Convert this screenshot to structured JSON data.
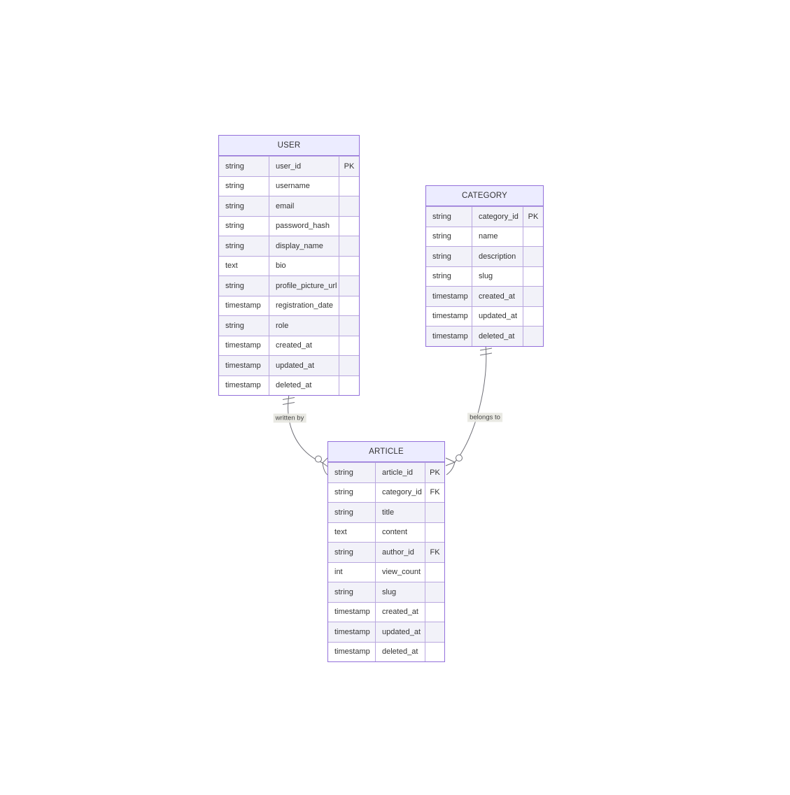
{
  "theme": {
    "entity-border": "#9370DB",
    "inner-border": "#b9a7df",
    "header-bg": "#ECECFF",
    "row-odd": "#ffffff",
    "row-even": "#f2f2f9",
    "text": "#333333",
    "line": "#707078",
    "label-bg": "#e8e8e1"
  },
  "entities": {
    "user": {
      "name": "USER",
      "rows": [
        {
          "type": "string",
          "attr": "user_id",
          "key": "PK"
        },
        {
          "type": "string",
          "attr": "username",
          "key": ""
        },
        {
          "type": "string",
          "attr": "email",
          "key": ""
        },
        {
          "type": "string",
          "attr": "password_hash",
          "key": ""
        },
        {
          "type": "string",
          "attr": "display_name",
          "key": ""
        },
        {
          "type": "text",
          "attr": "bio",
          "key": ""
        },
        {
          "type": "string",
          "attr": "profile_picture_url",
          "key": ""
        },
        {
          "type": "timestamp",
          "attr": "registration_date",
          "key": ""
        },
        {
          "type": "string",
          "attr": "role",
          "key": ""
        },
        {
          "type": "timestamp",
          "attr": "created_at",
          "key": ""
        },
        {
          "type": "timestamp",
          "attr": "updated_at",
          "key": ""
        },
        {
          "type": "timestamp",
          "attr": "deleted_at",
          "key": ""
        }
      ]
    },
    "category": {
      "name": "CATEGORY",
      "rows": [
        {
          "type": "string",
          "attr": "category_id",
          "key": "PK"
        },
        {
          "type": "string",
          "attr": "name",
          "key": ""
        },
        {
          "type": "string",
          "attr": "description",
          "key": ""
        },
        {
          "type": "string",
          "attr": "slug",
          "key": ""
        },
        {
          "type": "timestamp",
          "attr": "created_at",
          "key": ""
        },
        {
          "type": "timestamp",
          "attr": "updated_at",
          "key": ""
        },
        {
          "type": "timestamp",
          "attr": "deleted_at",
          "key": ""
        }
      ]
    },
    "article": {
      "name": "ARTICLE",
      "rows": [
        {
          "type": "string",
          "attr": "article_id",
          "key": "PK"
        },
        {
          "type": "string",
          "attr": "category_id",
          "key": "FK"
        },
        {
          "type": "string",
          "attr": "title",
          "key": ""
        },
        {
          "type": "text",
          "attr": "content",
          "key": ""
        },
        {
          "type": "string",
          "attr": "author_id",
          "key": "FK"
        },
        {
          "type": "int",
          "attr": "view_count",
          "key": ""
        },
        {
          "type": "string",
          "attr": "slug",
          "key": ""
        },
        {
          "type": "timestamp",
          "attr": "created_at",
          "key": ""
        },
        {
          "type": "timestamp",
          "attr": "updated_at",
          "key": ""
        },
        {
          "type": "timestamp",
          "attr": "deleted_at",
          "key": ""
        }
      ]
    }
  },
  "relationships": [
    {
      "label": "written by",
      "from": "USER",
      "to": "ARTICLE",
      "from_cardinality": "exactly-one",
      "to_cardinality": "zero-or-many"
    },
    {
      "label": "belongs to",
      "from": "CATEGORY",
      "to": "ARTICLE",
      "from_cardinality": "exactly-one",
      "to_cardinality": "zero-or-many"
    }
  ]
}
